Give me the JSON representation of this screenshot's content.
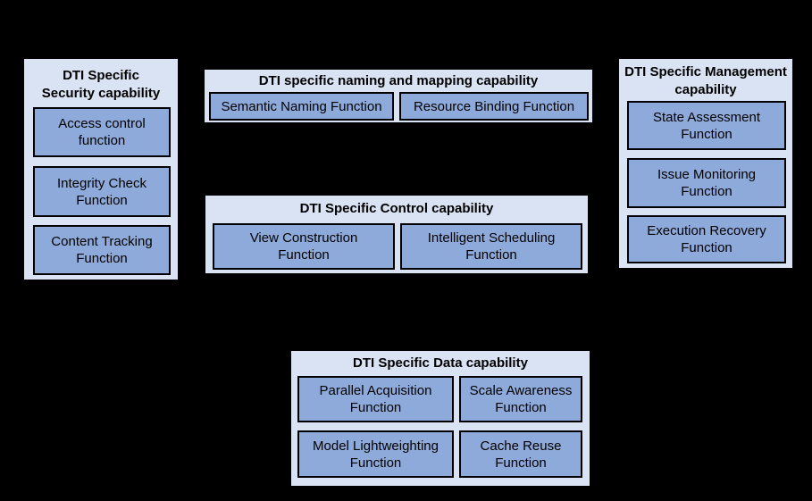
{
  "colors": {
    "background": "#000000",
    "group_fill": "#dae3f3",
    "function_fill": "#8eaadb",
    "border": "#000000",
    "text": "#000000"
  },
  "groups": {
    "security": {
      "title": [
        "DTI Specific",
        "Security capability"
      ],
      "functions": [
        [
          "Access control",
          "function"
        ],
        [
          "Integrity Check",
          "Function"
        ],
        [
          "Content Tracking",
          "Function"
        ]
      ]
    },
    "naming": {
      "title": [
        "DTI specific naming and mapping capability"
      ],
      "functions": [
        [
          "Semantic Naming Function"
        ],
        [
          "Resource Binding Function"
        ]
      ]
    },
    "control": {
      "title": [
        "DTI Specific Control capability"
      ],
      "functions": [
        [
          "View Construction",
          "Function"
        ],
        [
          "Intelligent Scheduling",
          "Function"
        ]
      ]
    },
    "management": {
      "title": [
        "DTI Specific Management",
        "capability"
      ],
      "functions": [
        [
          "State Assessment",
          "Function"
        ],
        [
          "Issue Monitoring",
          "Function"
        ],
        [
          "Execution Recovery",
          "Function"
        ]
      ]
    },
    "data": {
      "title": [
        "DTI Specific Data capability"
      ],
      "functions": [
        [
          "Parallel Acquisition",
          "Function"
        ],
        [
          "Scale Awareness",
          "Function"
        ],
        [
          "Model Lightweighting",
          "Function"
        ],
        [
          "Cache Reuse",
          "Function"
        ]
      ]
    }
  }
}
